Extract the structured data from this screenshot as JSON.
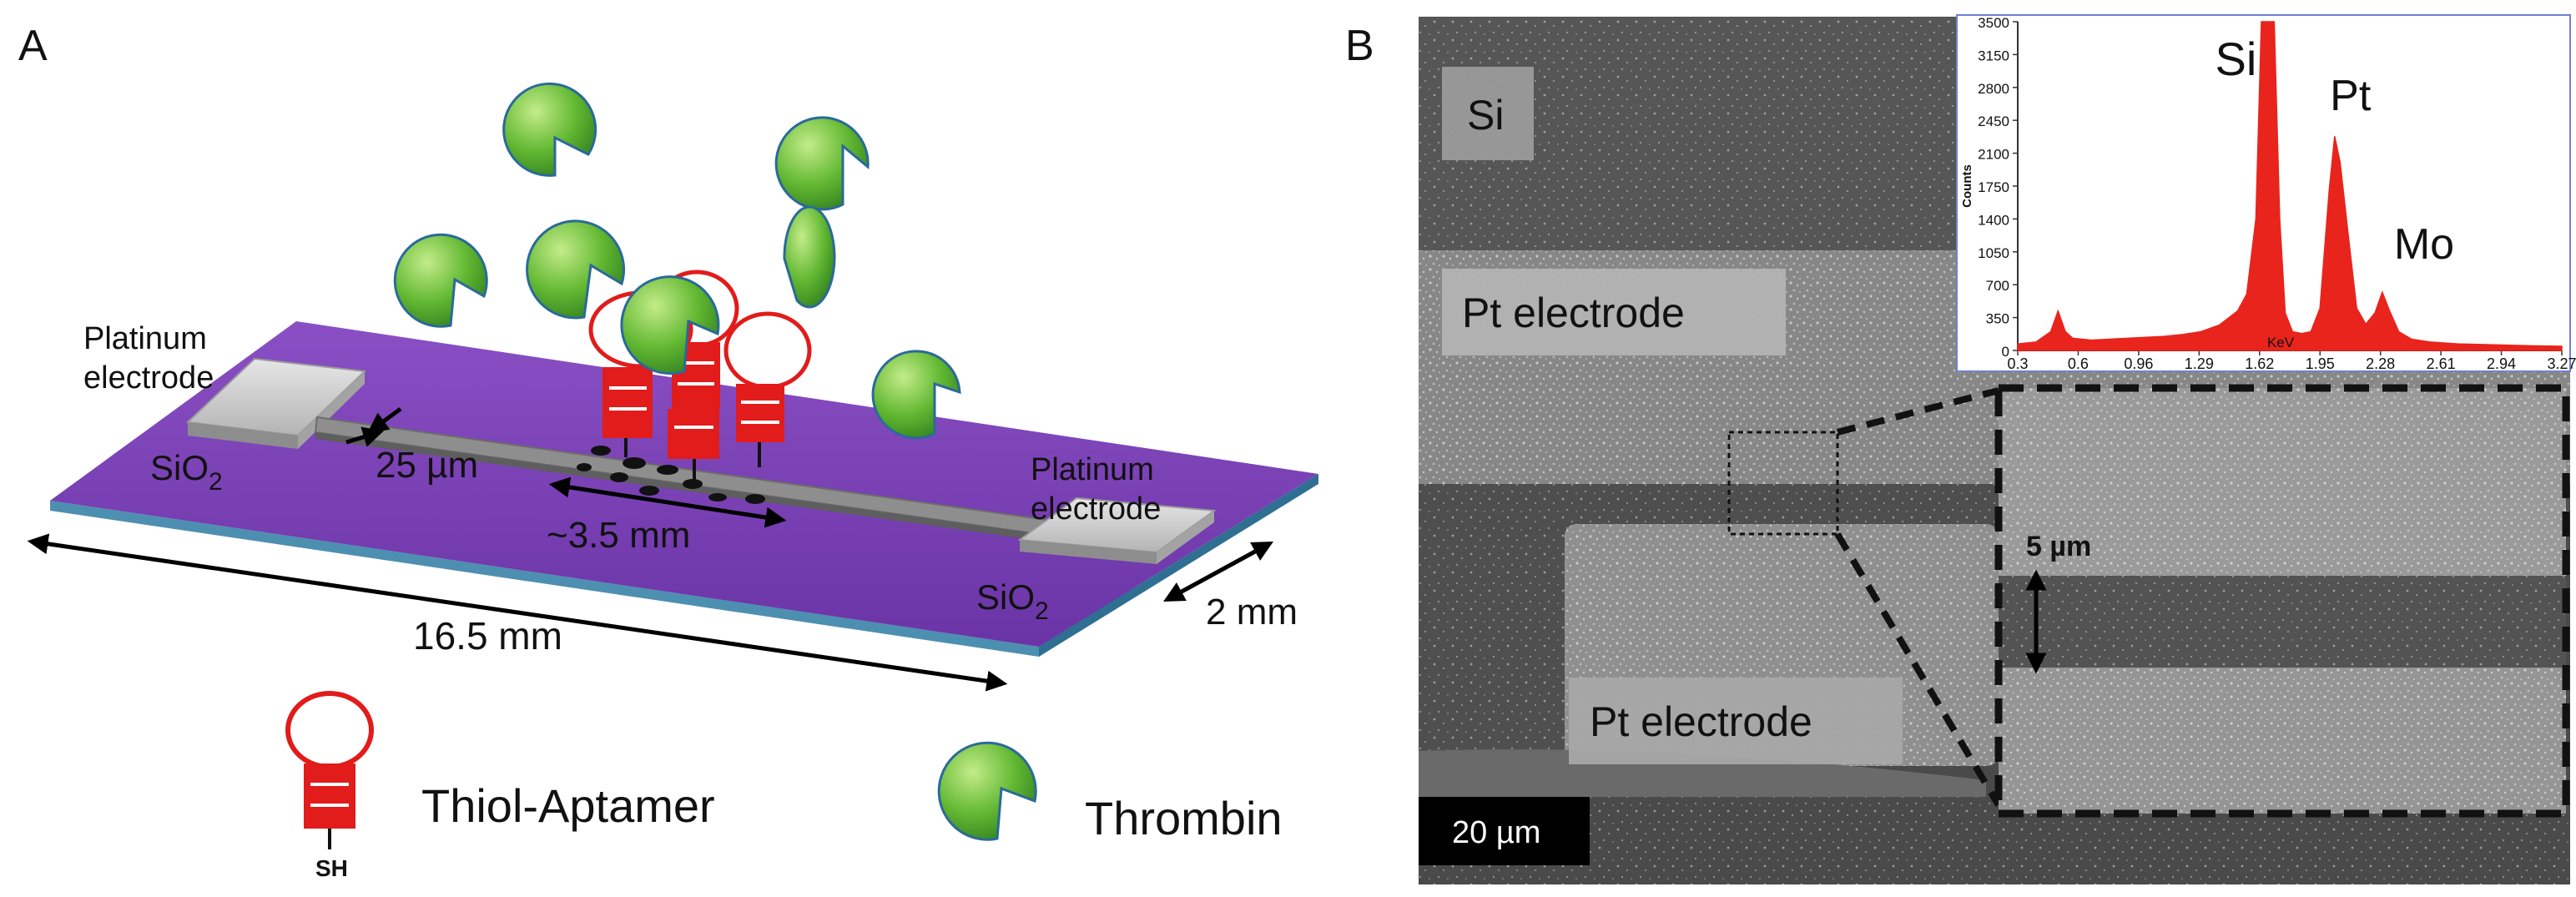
{
  "panel_a": {
    "letter": "A",
    "platinum_left": [
      "Platinum",
      "electrode"
    ],
    "platinum_right": [
      "Platinum",
      "electrode"
    ],
    "sio2_left": {
      "base": "SiO",
      "sub": "2"
    },
    "sio2_right": {
      "base": "SiO",
      "sub": "2"
    },
    "gap": "25 µm",
    "channel": "~3.5 mm",
    "length": "16.5 mm",
    "width": "2 mm",
    "legend_aptamer": "Thiol-Aptamer",
    "legend_sh": "SH",
    "legend_thrombin": "Thrombin"
  },
  "panel_b": {
    "letter": "B",
    "label_si": "Si",
    "label_pt_top": "Pt electrode",
    "label_pt_bottom": "Pt electrode",
    "scale_bar": "20 µm",
    "inset_scale": "5 µm"
  },
  "chart_data": {
    "type": "area",
    "xlabel": "KeV",
    "ylabel": "Counts",
    "xlim": [
      0.3,
      3.27
    ],
    "ylim": [
      0,
      3500
    ],
    "x_ticks": [
      "0.3",
      "0.6",
      "0.96",
      "1.29",
      "1.62",
      "1.95",
      "2.28",
      "2.61",
      "2.94",
      "3.27"
    ],
    "y_ticks": [
      "0",
      "350",
      "700",
      "1050",
      "1400",
      "1750",
      "2100",
      "2450",
      "2800",
      "3150",
      "3500"
    ],
    "peak_labels": [
      {
        "text": "Si",
        "x": 1.66,
        "y": 3500
      },
      {
        "text": "Pt",
        "x": 2.05,
        "y": 2300
      },
      {
        "text": "Mo",
        "x": 2.29,
        "y": 650
      }
    ],
    "series": [
      {
        "color": "#e8241c",
        "x": [
          0.3,
          0.4,
          0.48,
          0.52,
          0.56,
          0.6,
          0.7,
          0.8,
          0.9,
          1.0,
          1.1,
          1.2,
          1.3,
          1.4,
          1.5,
          1.55,
          1.6,
          1.63,
          1.66,
          1.7,
          1.73,
          1.76,
          1.8,
          1.85,
          1.9,
          1.95,
          2.0,
          2.03,
          2.06,
          2.1,
          2.15,
          2.2,
          2.25,
          2.29,
          2.33,
          2.38,
          2.45,
          2.55,
          2.7,
          2.9,
          3.1,
          3.27
        ],
        "y": [
          70,
          90,
          200,
          420,
          200,
          130,
          110,
          120,
          130,
          140,
          150,
          170,
          200,
          270,
          420,
          600,
          1400,
          3500,
          3500,
          3500,
          1400,
          400,
          200,
          180,
          200,
          450,
          1700,
          2280,
          2000,
          1300,
          450,
          280,
          400,
          620,
          420,
          200,
          120,
          90,
          70,
          60,
          50,
          45
        ]
      }
    ]
  }
}
